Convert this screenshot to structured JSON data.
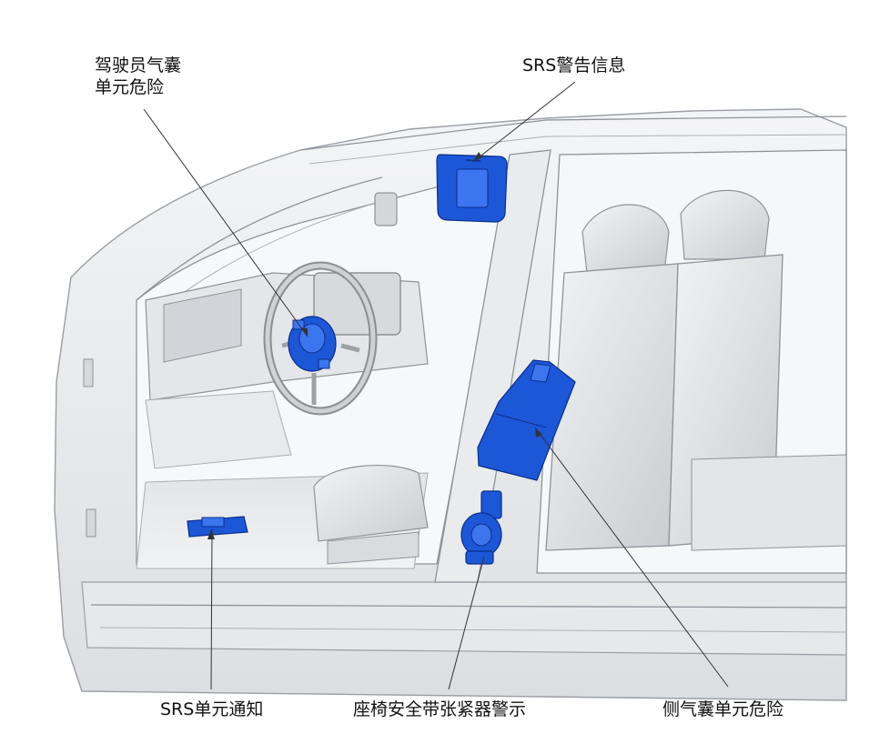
{
  "callouts": {
    "driver_airbag": {
      "line1": "驾驶员气囊",
      "line2": "单元危险"
    },
    "srs_warning": "SRS警告信息",
    "srs_unit": "SRS单元通知",
    "seatbelt_tensioner": "座椅安全带张紧器警示",
    "side_airbag": "侧气囊单元危险"
  },
  "colors": {
    "highlight_component": "#1c57d8",
    "callout_line": "#333333",
    "vehicle_body": "#eceef0"
  }
}
